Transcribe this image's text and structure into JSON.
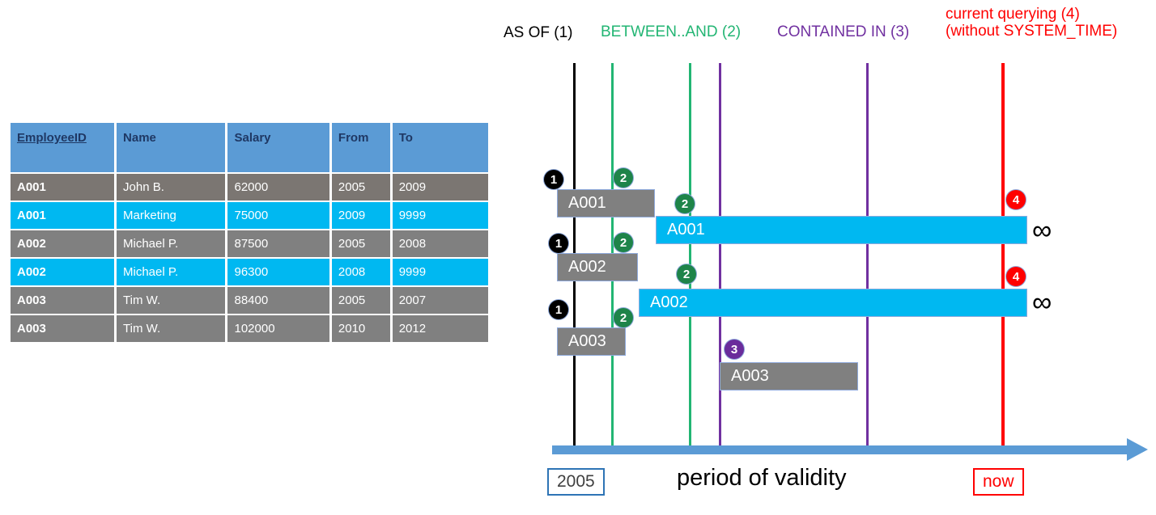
{
  "table": {
    "columns": [
      "EmployeeID",
      "Name",
      "Salary",
      "From",
      "To"
    ],
    "rows": [
      {
        "id": "A001",
        "name": "John  B.",
        "salary": "62000",
        "from": "2005",
        "to": "2009",
        "style": "gray"
      },
      {
        "id": "A001",
        "name": "Marketing",
        "salary": "75000",
        "from": "2009",
        "to": "9999",
        "style": "cyan"
      },
      {
        "id": "A002",
        "name": "Michael P.",
        "salary": "87500",
        "from": "2005",
        "to": "2008",
        "style": "gray"
      },
      {
        "id": "A002",
        "name": "Michael P.",
        "salary": "96300",
        "from": "2008",
        "to": "9999",
        "style": "cyan"
      },
      {
        "id": "A003",
        "name": "Tim W.",
        "salary": "88400",
        "from": "2005",
        "to": "2007",
        "style": "gray"
      },
      {
        "id": "A003",
        "name": "Tim W.",
        "salary": "102000",
        "from": "2010",
        "to": "2012",
        "style": "gray"
      }
    ],
    "header_color": "#5B9BD5",
    "header_text_color": "#1F3864",
    "gray_row_color": "#808080",
    "cyan_row_color": "#00B8F1"
  },
  "legend": [
    {
      "key": "as-of",
      "label": "AS OF (1)",
      "color": "#000000"
    },
    {
      "key": "between-and",
      "label": "BETWEEN..AND (2)",
      "color": "#22B573"
    },
    {
      "key": "contained-in",
      "label": "CONTAINED IN (3)",
      "color": "#7030A0"
    },
    {
      "key": "current",
      "label": "current querying (4)",
      "label2": "(without SYSTEM_TIME)",
      "color": "#FF0000"
    }
  ],
  "timeline": {
    "axis_label": "period of validity",
    "start_label": "2005",
    "end_label": "now",
    "infinity_symbol": "∞",
    "bars": [
      {
        "name": "A001",
        "style": "gray"
      },
      {
        "name": "A001",
        "style": "cyan"
      },
      {
        "name": "A002",
        "style": "gray"
      },
      {
        "name": "A002",
        "style": "cyan"
      },
      {
        "name": "A003",
        "style": "gray"
      },
      {
        "name": "A003",
        "style": "gray"
      }
    ],
    "markers": [
      {
        "num": "1"
      },
      {
        "num": "2"
      },
      {
        "num": "2"
      },
      {
        "num": "1"
      },
      {
        "num": "2"
      },
      {
        "num": "2"
      },
      {
        "num": "1"
      },
      {
        "num": "2"
      },
      {
        "num": "3"
      },
      {
        "num": "4"
      },
      {
        "num": "4"
      }
    ]
  }
}
